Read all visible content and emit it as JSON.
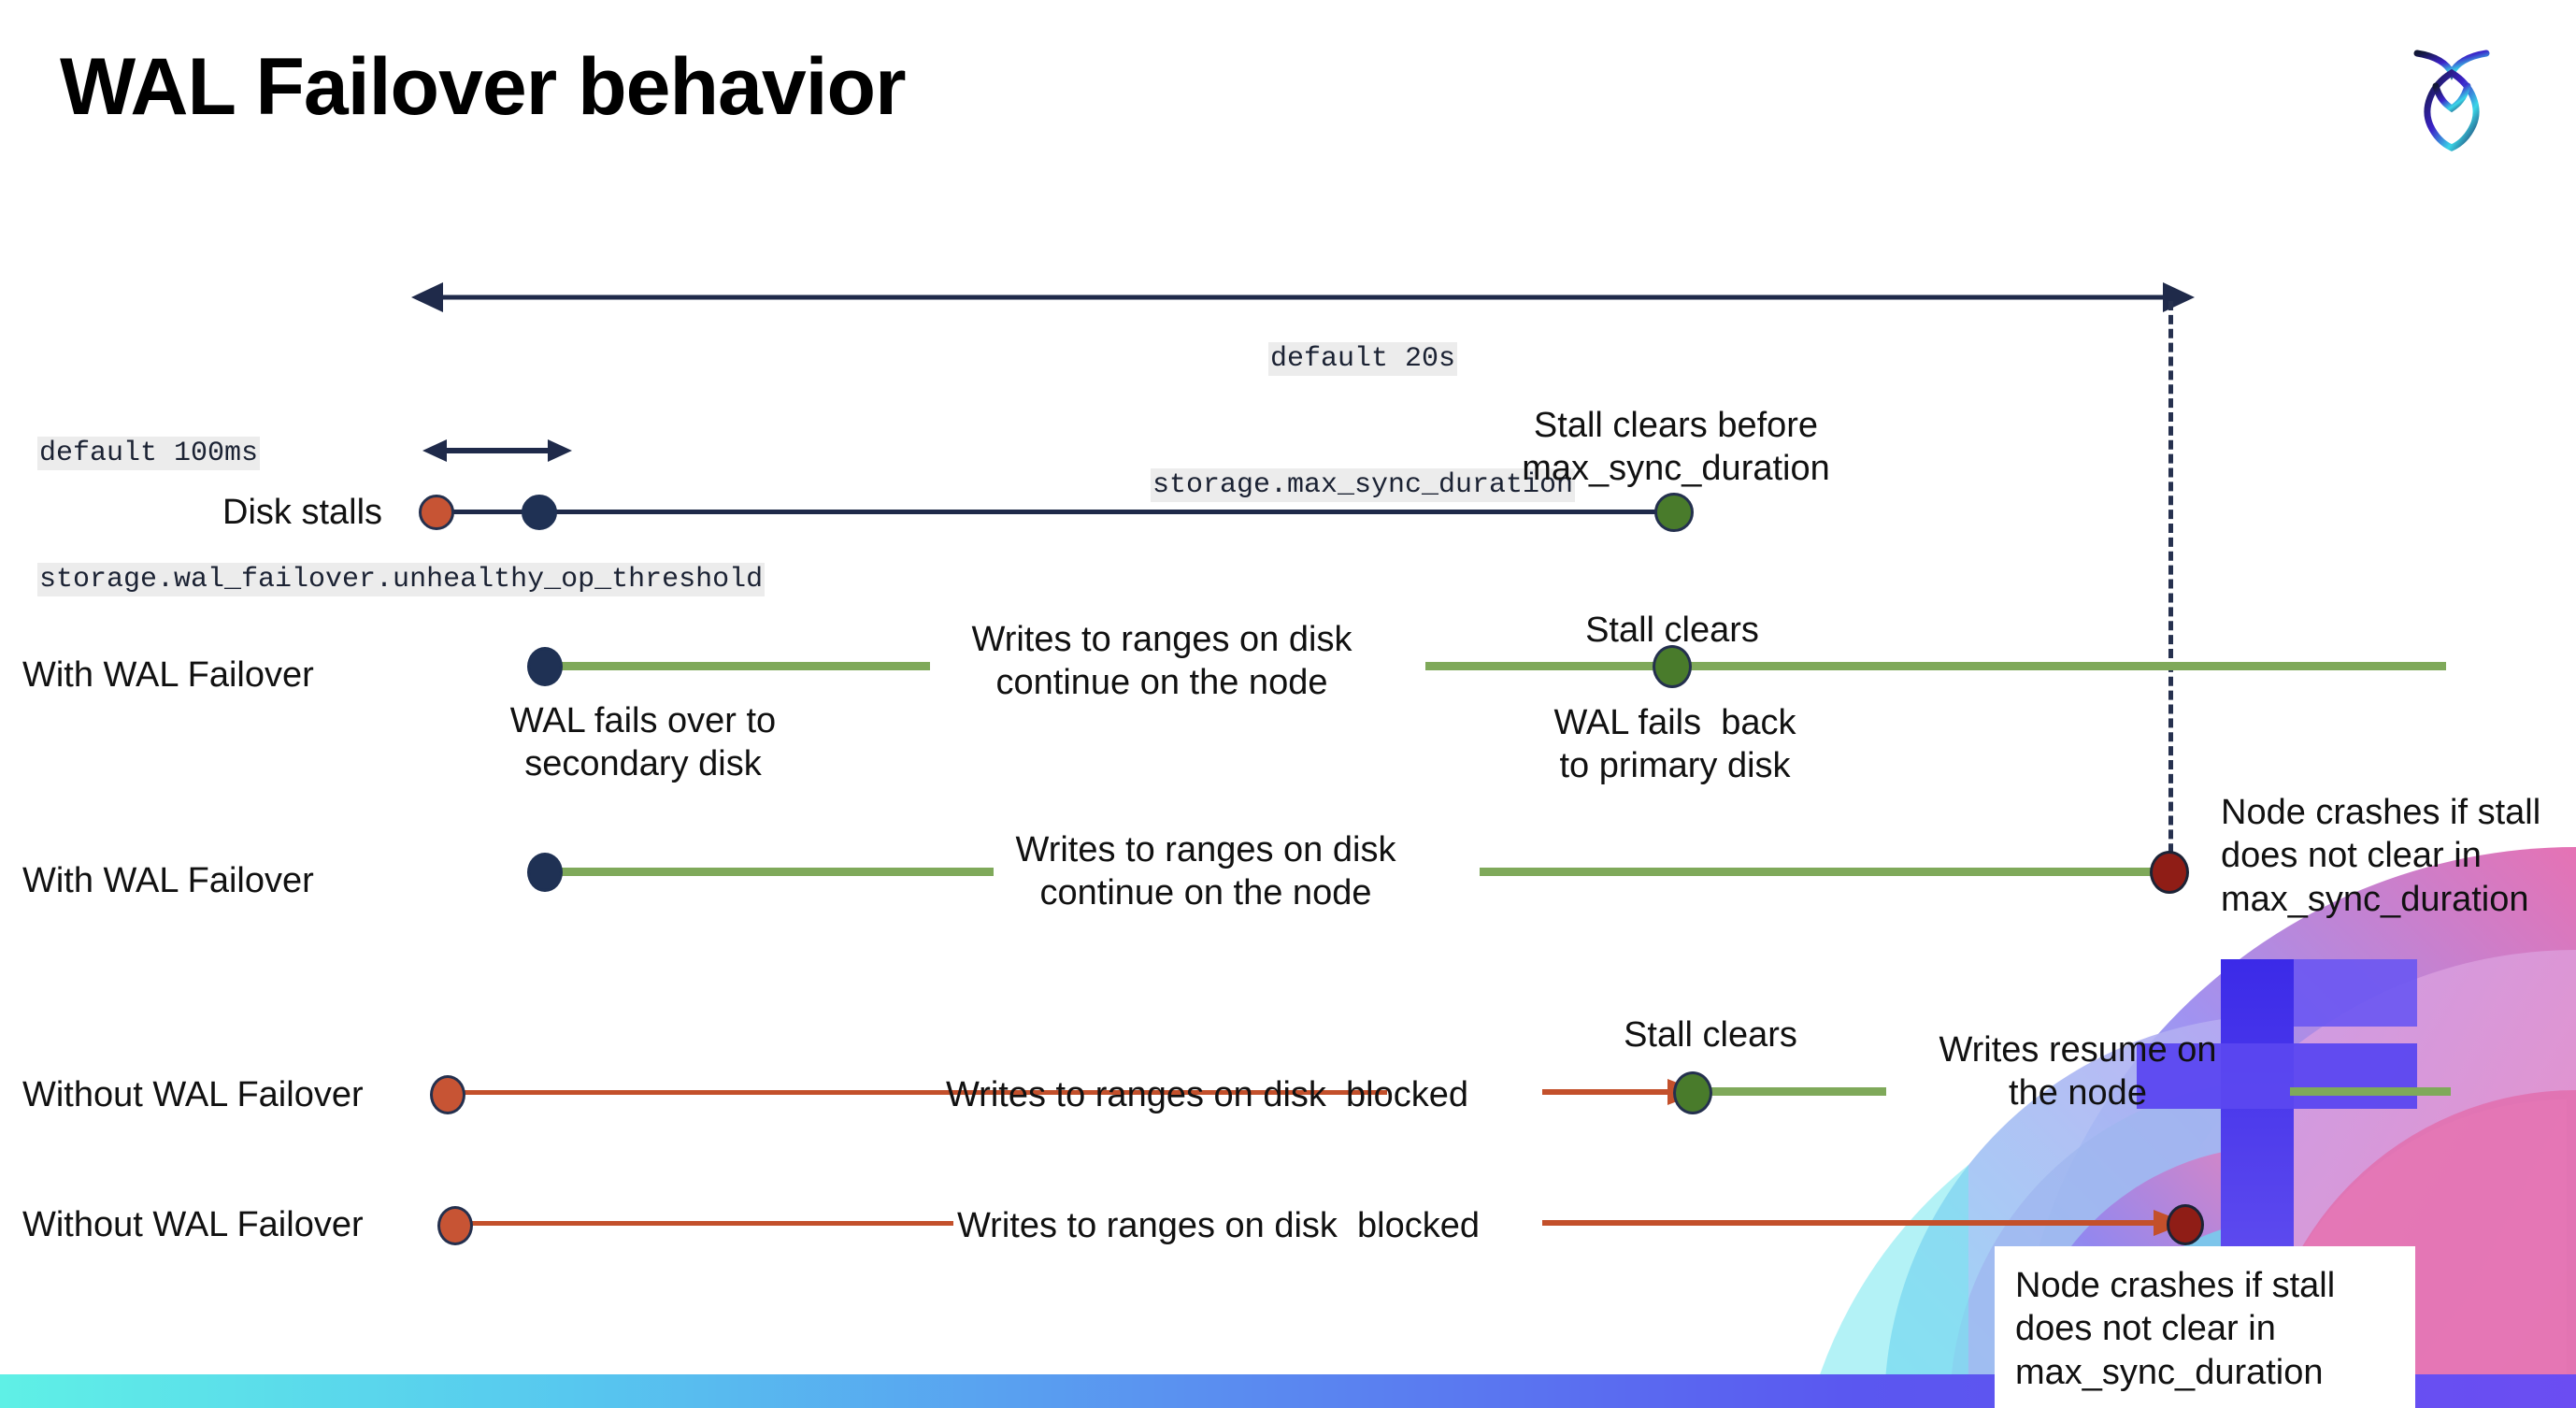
{
  "slide": {
    "title": "WAL Failover behavior",
    "logo_name": "cockroachdb-logo"
  },
  "callouts": {
    "max_sync": {
      "line1": "default 20s",
      "line2": "storage.max_sync_duration"
    },
    "unhealthy": {
      "line1": "default 100ms",
      "line2": "storage.wal_failover.unhealthy_op_threshold"
    }
  },
  "rows": [
    {
      "name": "Disk stalls",
      "annotations": [
        {
          "id": "stall-clears-before",
          "text": "Stall clears before\nmax_sync_duration"
        }
      ]
    },
    {
      "name": "With WAL Failover",
      "annotations": [
        {
          "id": "writes-continue-1",
          "text": "Writes to ranges on disk\ncontinue on the node"
        },
        {
          "id": "stall-clears-1",
          "text": "Stall clears"
        },
        {
          "id": "wal-fails-over",
          "text": "WAL fails over to\nsecondary disk"
        },
        {
          "id": "wal-fails-back",
          "text": "WAL fails  back\nto primary disk"
        }
      ]
    },
    {
      "name": "With WAL Failover",
      "annotations": [
        {
          "id": "writes-continue-2",
          "text": "Writes to ranges on disk\ncontinue on the node"
        },
        {
          "id": "node-crashes-1",
          "text": "Node crashes if stall\ndoes not clear in\nmax_sync_duration"
        }
      ]
    },
    {
      "name": "Without WAL Failover",
      "annotations": [
        {
          "id": "writes-blocked-1",
          "text": "Writes to ranges on disk  blocked"
        },
        {
          "id": "stall-clears-2",
          "text": "Stall clears"
        },
        {
          "id": "writes-resume",
          "text": "Writes resume on\nthe node"
        }
      ]
    },
    {
      "name": "Without WAL Failover",
      "annotations": [
        {
          "id": "writes-blocked-2",
          "text": "Writes to ranges on disk  blocked"
        },
        {
          "id": "node-crashes-2",
          "text": "Node crashes if stall\ndoes not clear in\nmax_sync_duration"
        }
      ]
    }
  ],
  "colors": {
    "navy": "#1f3154",
    "green_line": "#7fa95a",
    "green_dot": "#497b2b",
    "orange": "#c75434",
    "orange_line": "#c3502b",
    "red_dot": "#8f1d16",
    "code_bg": "#ececec",
    "bottom_bar_from": "#5ff0e6",
    "bottom_bar_to": "#6b4df2"
  }
}
